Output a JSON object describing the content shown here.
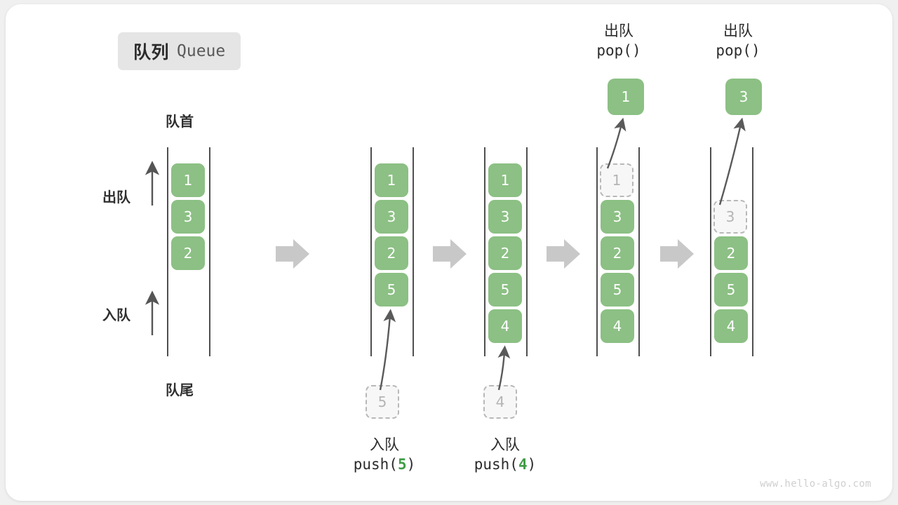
{
  "title": {
    "cn": "队列",
    "en": "Queue"
  },
  "labels": {
    "front": "队首",
    "rear": "队尾",
    "dequeue": "出队",
    "enqueue": "入队"
  },
  "watermark": "www.hello-algo.com",
  "colors": {
    "box_fill": "#8cc084",
    "box_text": "#ffffff",
    "ghost_fill": "#f7f7f7",
    "ghost_border": "#b8b8b8",
    "ghost_text": "#b4b4b4",
    "rail": "#4f4f4f",
    "arrow_gray": "#c8c8c8",
    "thin_arrow": "#5a5a5a",
    "accent_num": "#3f9c45",
    "badge_bg": "#e5e5e5",
    "card_bg": "#ffffff",
    "page_bg": "#f0f0f0"
  },
  "stages": [
    {
      "id": "initial",
      "cells": [
        {
          "value": "1",
          "state": "filled"
        },
        {
          "value": "3",
          "state": "filled"
        },
        {
          "value": "2",
          "state": "filled"
        }
      ],
      "side_labels": {
        "top": "队首",
        "bottom": "队尾"
      },
      "axis_arrows": [
        {
          "label": "出队"
        },
        {
          "label": "入队"
        }
      ]
    },
    {
      "id": "push-5",
      "cells": [
        {
          "value": "1",
          "state": "filled"
        },
        {
          "value": "3",
          "state": "filled"
        },
        {
          "value": "2",
          "state": "filled"
        },
        {
          "value": "5",
          "state": "filled"
        }
      ],
      "incoming": {
        "value": "5",
        "state": "ghost"
      },
      "op": {
        "cn": "入队",
        "code_prefix": "push(",
        "code_num": "5",
        "code_suffix": ")"
      }
    },
    {
      "id": "push-4",
      "cells": [
        {
          "value": "1",
          "state": "filled"
        },
        {
          "value": "3",
          "state": "filled"
        },
        {
          "value": "2",
          "state": "filled"
        },
        {
          "value": "5",
          "state": "filled"
        },
        {
          "value": "4",
          "state": "filled"
        }
      ],
      "incoming": {
        "value": "4",
        "state": "ghost"
      },
      "op": {
        "cn": "入队",
        "code_prefix": "push(",
        "code_num": "4",
        "code_suffix": ")"
      }
    },
    {
      "id": "pop-1",
      "cells": [
        {
          "value": "1",
          "state": "ghost"
        },
        {
          "value": "3",
          "state": "filled"
        },
        {
          "value": "2",
          "state": "filled"
        },
        {
          "value": "5",
          "state": "filled"
        },
        {
          "value": "4",
          "state": "filled"
        }
      ],
      "outgoing": {
        "value": "1",
        "state": "filled"
      },
      "op": {
        "cn": "出队",
        "code_prefix": "pop(",
        "code_num": "",
        "code_suffix": ")"
      }
    },
    {
      "id": "pop-3",
      "cells": [
        {
          "value": "",
          "state": "empty"
        },
        {
          "value": "3",
          "state": "ghost"
        },
        {
          "value": "2",
          "state": "filled"
        },
        {
          "value": "5",
          "state": "filled"
        },
        {
          "value": "4",
          "state": "filled"
        }
      ],
      "outgoing": {
        "value": "3",
        "state": "filled"
      },
      "op": {
        "cn": "出队",
        "code_prefix": "pop(",
        "code_num": "",
        "code_suffix": ")"
      }
    }
  ]
}
